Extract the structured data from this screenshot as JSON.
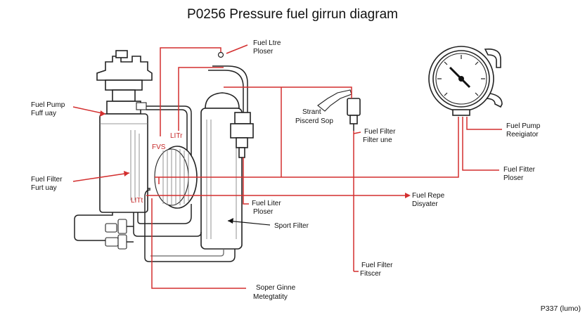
{
  "title": "P0256 Pressure fuel girrun diagram",
  "labels": {
    "fuel_litre_ploser_top_1": "Fuel Ltre",
    "fuel_litre_ploser_top_2": "Ploser",
    "fuel_pump_left_1": "Fuel Pump",
    "fuel_pump_left_2": "Fuff uay",
    "fuel_filter_left_1": "Fuel Filter",
    "fuel_filter_left_2": "Furt uay",
    "red_fvs": "FVS",
    "red_litr": "LITr",
    "red_litt": "LITt",
    "strant_1": "Strant",
    "strant_2": "Piscerd Sop",
    "fuel_filter_line_1": "Fuel Filter",
    "fuel_filter_line_2": "Filter une",
    "fuel_pump_regulator_1": "Fuel Pump",
    "fuel_pump_regulator_2": "Reeigiator",
    "fuel_filter_ploser_right_1": "Fuel Fitter",
    "fuel_filter_ploser_right_2": "Ploser",
    "fuel_repe_1": "Fuel Repe",
    "fuel_repe_2": "Disyater",
    "fuel_liter_mid_1": "Fuel Liter",
    "fuel_liter_mid_2": "Ploser",
    "sport_filter": "Sport Filter",
    "fuel_filter_bottom_1": "Fuel Filter",
    "fuel_filter_bottom_2": "Fitscer",
    "soper_ginne_1": "Soper Ginne",
    "soper_ginne_2": "Metegtatity",
    "footer": "P337 (lumo)"
  },
  "colors": {
    "leader_red": "#d32f2f",
    "outline": "#222222",
    "background": "#ffffff"
  }
}
